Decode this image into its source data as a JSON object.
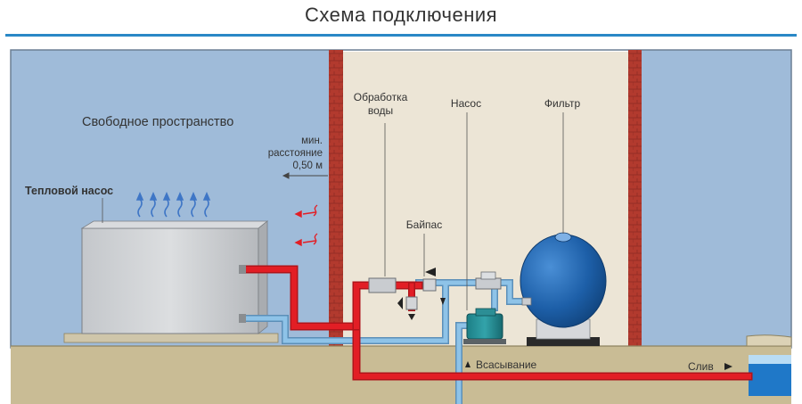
{
  "title": "Схема подключения",
  "labels": {
    "free_space": "Свободное пространство",
    "heat_pump": "Тепловой насос",
    "min_distance_1": "мин.",
    "min_distance_2": "расстояние",
    "min_distance_3": "0,50 м",
    "water_treatment_1": "Обработка",
    "water_treatment_2": "воды",
    "pump": "Насос",
    "filter": "Фильтр",
    "bypass": "Байпас",
    "suction": "Всасывание",
    "drain": "Слив"
  },
  "colors": {
    "wall_blue": "#9fbbd9",
    "room_beige": "#ece5d6",
    "floor": "#c9bc95",
    "brick": "#b23a2e",
    "hot_pipe": "#e21e25",
    "cold_pipe": "#7fb6de",
    "filter_blue": "#1d5fa8",
    "accent": "#2a88c6"
  }
}
